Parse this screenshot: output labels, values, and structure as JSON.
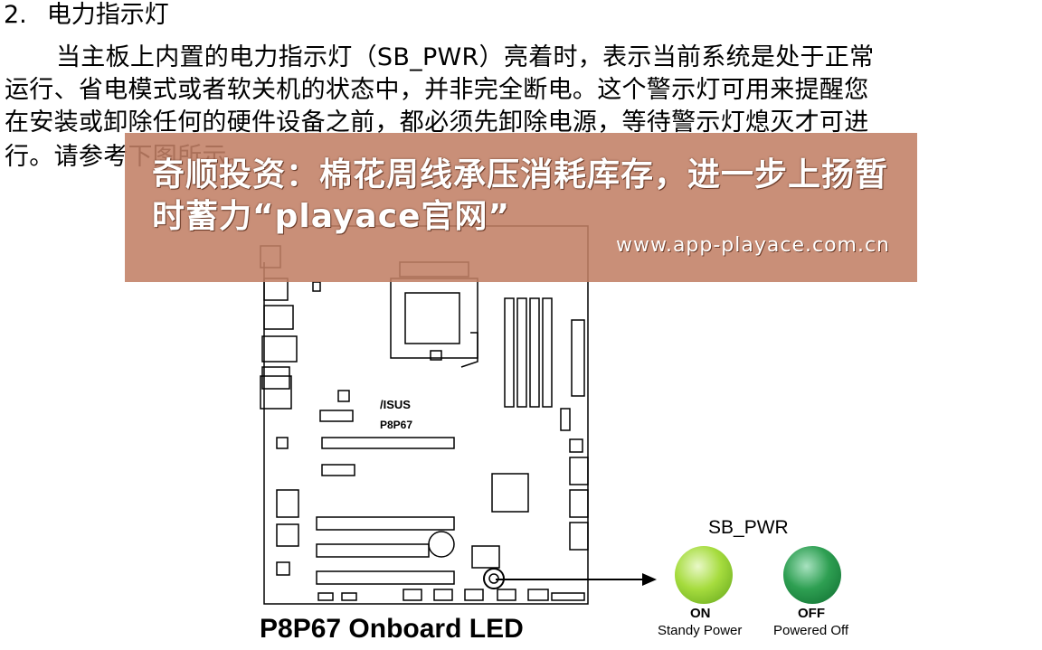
{
  "section": {
    "number": "2.",
    "title": "电力指示灯"
  },
  "paragraph": [
    "当主板上内置的电力指示灯（SB_PWR）亮着时，表示当前系统是处于正常",
    "运行、省电模式或者软关机的状态中，并非完全断电。这个警示灯可用来提醒您",
    "在安装或卸除任何的硬件设备之前，都必须先卸除电源，等待警示灯熄灭才可进",
    "行。请参考下图所示。"
  ],
  "board": {
    "brand": "/ISUS",
    "model": "P8P67"
  },
  "caption": "P8P67 Onboard LED",
  "led": {
    "label": "SB_PWR",
    "on": {
      "state": "ON",
      "desc": "Standy Power",
      "color": "#8fd13a"
    },
    "off": {
      "state": "OFF",
      "desc": "Powered Off",
      "color": "#1f8f45"
    }
  },
  "banner": {
    "title": "奇顺投资：棉花周线承压消耗库存，进一步上扬暂时蓄力“playace官网”",
    "url": "www.app-playace.com.cn",
    "color": "#c18065"
  }
}
